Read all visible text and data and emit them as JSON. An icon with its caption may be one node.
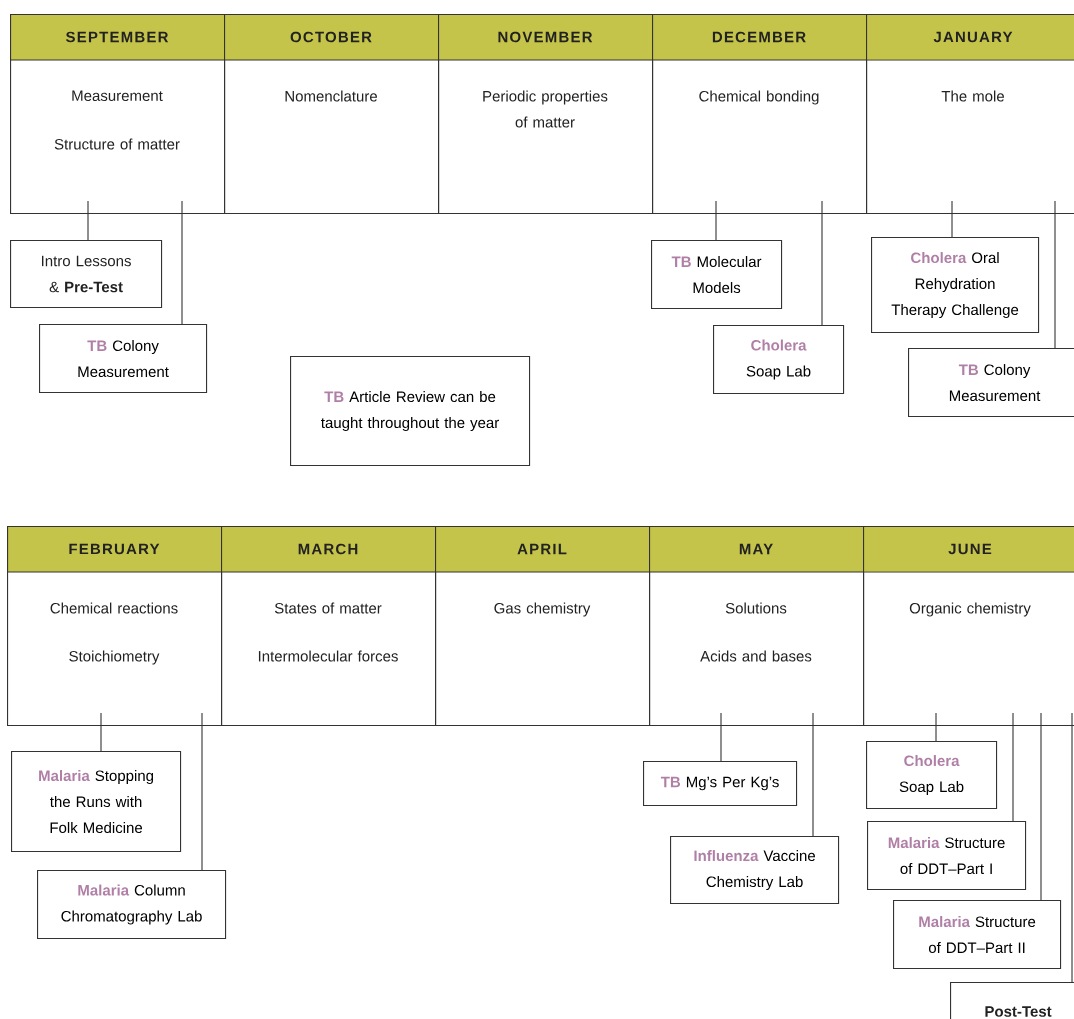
{
  "diagram": {
    "nodes": [
      {
        "text": [
          "SEPTEMBER",
          "Measurement",
          "Structure of matter"
        ]
      },
      {
        "text": [
          "OCTOBER",
          "Nomenclature"
        ]
      },
      {
        "text": [
          "NOVEMBER",
          "Periodic properties of matter"
        ]
      },
      {
        "text": [
          "DECEMBER",
          "Chemical bonding"
        ]
      },
      {
        "text": [
          "JANUARY",
          "The mole"
        ]
      },
      {
        "text": [
          "Intro Lessons & **Pre-Test**"
        ]
      },
      {
        "text": [
          "TB",
          "Colony Measurement"
        ]
      },
      {
        "text": [
          "TB",
          "Article Review can be taught throughout the year"
        ]
      },
      {
        "text": [
          "TB",
          "Molecular Models"
        ]
      },
      {
        "text": [
          "Cholera",
          "Soap Lab"
        ]
      },
      {
        "text": [
          "Cholera",
          "Oral Rehydration Therapy Challenge"
        ]
      },
      {
        "text": [
          "TB",
          "Colony Measurement"
        ]
      },
      {
        "text": [
          "FEBRUARY",
          "Chemical reactions",
          "Stoichiometry"
        ]
      },
      {
        "text": [
          "MARCH",
          "States of matter",
          "Intermolecular forces"
        ]
      },
      {
        "text": [
          "APRIL",
          "Gas chemistry"
        ]
      },
      {
        "text": [
          "MAY",
          "Solutions",
          "Acids and bases"
        ]
      },
      {
        "text": [
          "JUNE",
          "Organic chemistry"
        ]
      },
      {
        "text": [
          "Malaria",
          "Stopping the Runs with Folk Medicine"
        ]
      },
      {
        "text": [
          "Malaria",
          "Column Chromatography Lab"
        ]
      },
      {
        "text": [
          "TB",
          "Mg’s Per Kg’s"
        ]
      },
      {
        "text": [
          "Influenza",
          "Vaccine Chemistry Lab"
        ]
      },
      {
        "text": [
          "Cholera",
          "Soap Lab"
        ]
      },
      {
        "text": [
          "Malaria",
          "Structure of DDT–Part I"
        ]
      },
      {
        "text": [
          "Malaria",
          "Structure of DDT–Part II"
        ]
      },
      {
        "text": [
          "Post-Test"
        ]
      }
    ],
    "edges": [
      {
        "from": 0,
        "to": 5,
        "arrow": "none"
      },
      {
        "from": 0,
        "to": 6,
        "arrow": "none"
      },
      {
        "from": 3,
        "to": 8,
        "arrow": "none"
      },
      {
        "from": 3,
        "to": 9,
        "arrow": "none"
      },
      {
        "from": 4,
        "to": 10,
        "arrow": "none"
      },
      {
        "from": 4,
        "to": 11,
        "arrow": "none"
      },
      {
        "from": 12,
        "to": 17,
        "arrow": "none"
      },
      {
        "from": 12,
        "to": 18,
        "arrow": "none"
      },
      {
        "from": 15,
        "to": 19,
        "arrow": "none"
      },
      {
        "from": 15,
        "to": 20,
        "arrow": "none"
      },
      {
        "from": 16,
        "to": 21,
        "arrow": "none"
      },
      {
        "from": 16,
        "to": 22,
        "arrow": "none"
      },
      {
        "from": 16,
        "to": 23,
        "arrow": "none"
      },
      {
        "from": 16,
        "to": 24,
        "arrow": "none"
      }
    ]
  }
}
